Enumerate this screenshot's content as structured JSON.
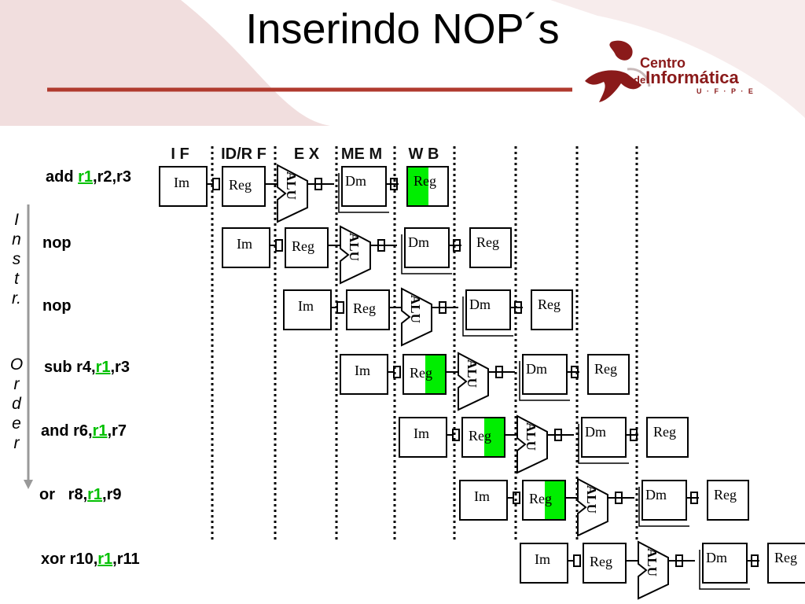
{
  "title": "Inserindo NOP´s",
  "logo": {
    "line1": "Centro",
    "line2_prefix": "de",
    "line2": "Informática",
    "line3": "U · F · P · E"
  },
  "stages": [
    "I F",
    "ID/R F",
    "E X",
    "ME M",
    "W B"
  ],
  "axis_label": [
    "I",
    "n",
    "s",
    "t",
    "r.",
    "O",
    "r",
    "d",
    "e",
    "r"
  ],
  "instructions": [
    {
      "pre": "add ",
      "reg": "r1",
      "post": ",r2,r3"
    },
    {
      "pre": "nop",
      "reg": "",
      "post": ""
    },
    {
      "pre": "nop",
      "reg": "",
      "post": ""
    },
    {
      "pre": "sub r4,",
      "reg": "r1",
      "post": ",r3"
    },
    {
      "pre": "and r6,",
      "reg": "r1",
      "post": ",r7"
    },
    {
      "pre": "or   r8,",
      "reg": "r1",
      "post": ",r9"
    },
    {
      "pre": "xor r10,",
      "reg": "r1",
      "post": ",r11"
    }
  ],
  "block_labels": {
    "im": "Im",
    "reg": "Reg",
    "alu": "ALU",
    "dm": "Dm"
  },
  "colors": {
    "highlight": "#00ee00",
    "logo": "#8a1a1a",
    "accent_line": "#b03a2e",
    "shape_bg": "#e8cccc"
  }
}
